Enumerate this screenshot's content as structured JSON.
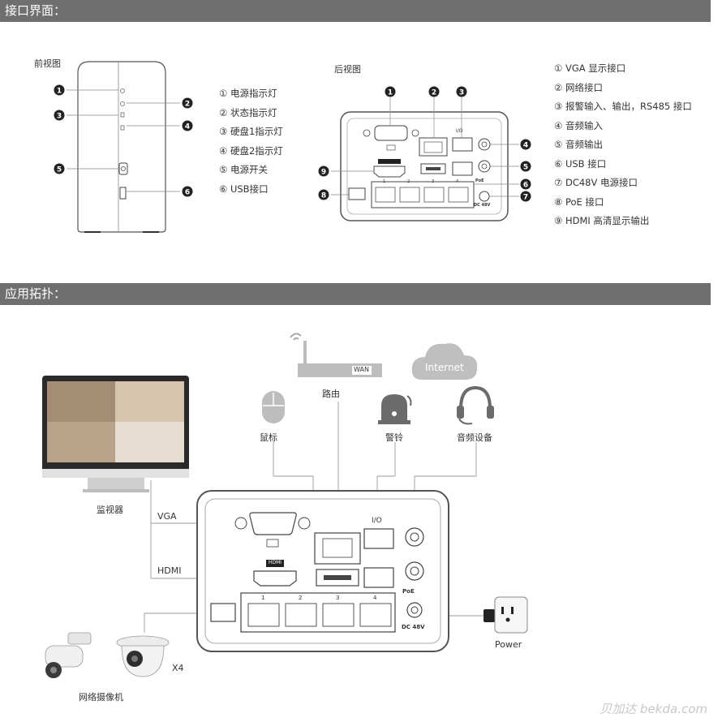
{
  "sections": {
    "interface_title": "接口界面：",
    "topology_title": "应用拓扑："
  },
  "front_view": {
    "title": "前视图",
    "legend": [
      "① 电源指示灯",
      "② 状态指示灯",
      "③ 硬盘1指示灯",
      "④ 硬盘2指示灯",
      "⑤ 电源开关",
      "⑥ USB接口"
    ]
  },
  "rear_view": {
    "title": "后视图",
    "legend": [
      "① VGA 显示接口",
      "② 网络接口",
      "③ 报警输入、输出，RS485 接口",
      "④ 音频输入",
      "⑤ 音频输出",
      "⑥ USB 接口",
      "⑦ DC48V 电源接口",
      "⑧ PoE 接口",
      "⑨ HDMI 高清显示输出"
    ]
  },
  "device_labels": {
    "hdmi": "HDMI",
    "io": "I/O",
    "poe": "PoE",
    "dc": "DC 48V",
    "ports": [
      "1",
      "2",
      "3",
      "4"
    ]
  },
  "topology": {
    "router": "路由",
    "wan": "WAN",
    "internet": "Internet",
    "mouse": "鼠标",
    "alarm": "警铃",
    "audio": "音频设备",
    "monitor": "监视器",
    "vga": "VGA",
    "hdmi": "HDMI",
    "power": "Power",
    "cameras": "网络摄像机",
    "count": "X4"
  },
  "watermark": "贝加达 bekda.com"
}
